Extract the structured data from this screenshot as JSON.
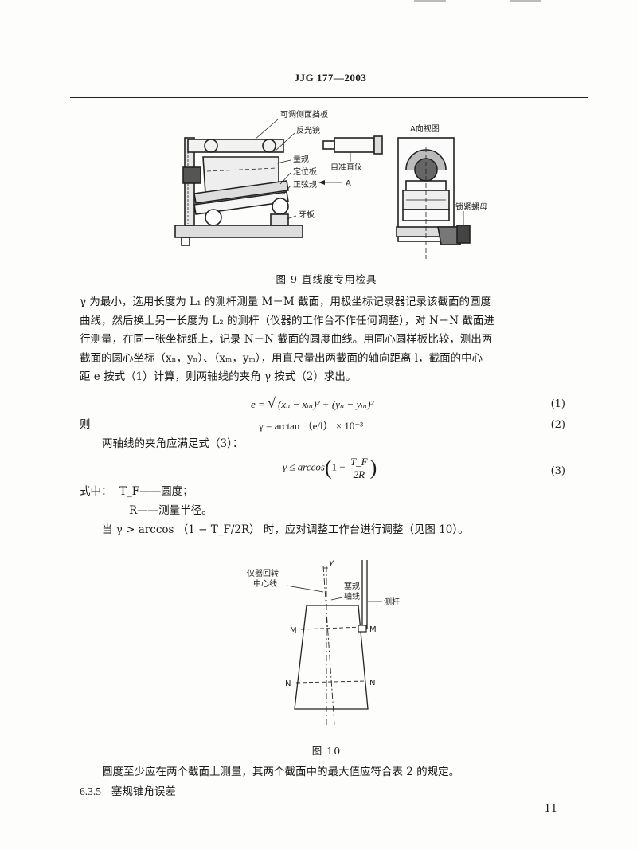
{
  "header": {
    "standard": "JJG 177—2003"
  },
  "figure9": {
    "caption": "图 9   直线度专用检具",
    "labels": {
      "side_baffle": "可调侧面挡板",
      "reflector": "反光镜",
      "autocollimator": "自准直仪",
      "gauge": "量规",
      "locating_plate": "定位板",
      "sine_gauge": "正弦规",
      "arrow_a": "A",
      "tooth_plate": "牙板",
      "view_a": "A向视图",
      "lock_nut": "锁紧螺母"
    }
  },
  "body": {
    "para1_lines": [
      "γ 为最小，选用长度为 L₁ 的测杆测量 M－M 截面，用极坐标记录器记录该截面的圆度",
      "曲线，然后换上另一长度为 L₂ 的测杆（仪器的工作台不作任何调整），对 N－N 截面进",
      "行测量，在同一张坐标纸上，记录 N－N 截面的圆度曲线。用同心圆样板比较，测出两",
      "截面的圆心坐标（xₙ，yₙ）、（xₘ，yₘ），用直尺量出两截面的轴向距离 l，截面的中心",
      "距 e 按式（1）计算，则两轴线的夹角 γ 按式（2）求出。"
    ],
    "eq1": {
      "lhs": "e = ",
      "content": "(xₙ − xₘ)² + (yₙ − yₘ)²",
      "num": "(1)"
    },
    "then_word": "则",
    "eq2": {
      "text": "γ = arctan （e/l） × 10⁻³",
      "num": "(2)"
    },
    "condition_intro": "两轴线的夹角应满足式（3）：",
    "eq3": {
      "lhs": "γ ≤ arccos",
      "one_minus": "1 −",
      "numerator": "T_F",
      "denominator": "2R",
      "num": "(3)"
    },
    "where_label": "式中：",
    "where_tf": "T_F——圆度；",
    "where_r": "R——测量半径。",
    "adjust_note": "当 γ > arccos （1 − T_F/2R） 时，应对调整工作台进行调整（见图 10）。"
  },
  "figure10": {
    "caption": "图 10",
    "labels": {
      "rotation_axis": "仪器回转",
      "rotation_axis2": "中心线",
      "gamma": "γ",
      "plug_axis": "塞规",
      "plug_axis2": "轴线",
      "probe": "测杆",
      "m_left": "M",
      "m_right": "M",
      "n_left": "N",
      "n_right": "N"
    }
  },
  "closing_para": "圆度至少应在两个截面上测量，其两个截面中的最大值应符合表 2 的规定。",
  "section": {
    "number": "6.3.5",
    "title": "塞规锥角误差"
  },
  "page_number": "11"
}
